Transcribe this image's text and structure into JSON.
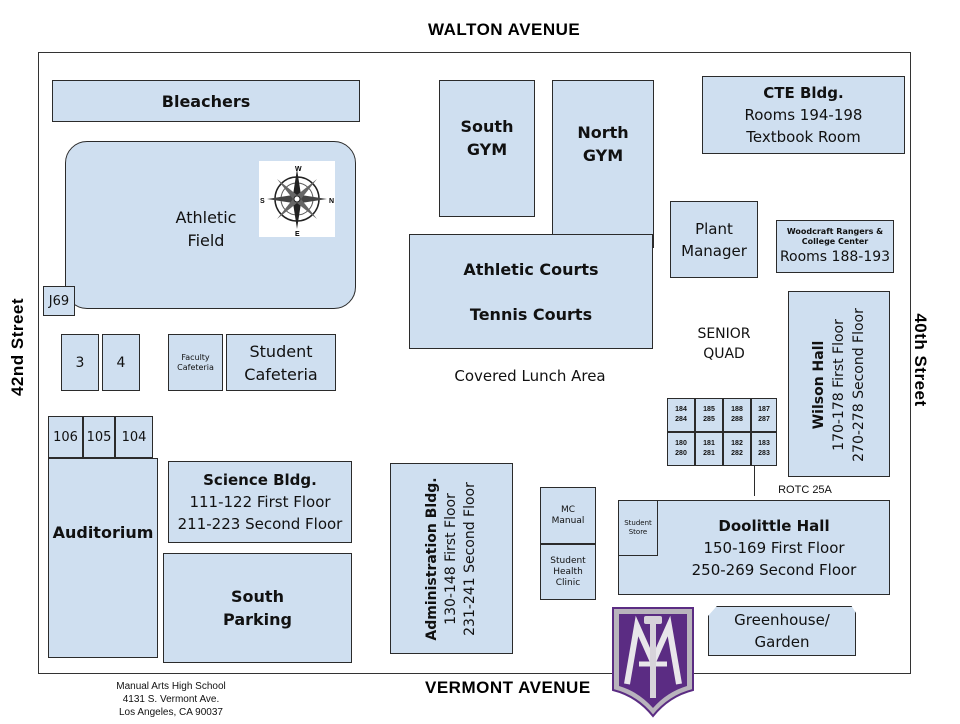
{
  "streets": {
    "north": "WALTON AVENUE",
    "south": "VERMONT AVENUE",
    "west": "42nd Street",
    "east": "40th Street"
  },
  "buildings": {
    "bleachers": "Bleachers",
    "athletic_field": [
      "Athletic",
      "Field"
    ],
    "j69": "J69",
    "south_gym": [
      "South",
      "GYM"
    ],
    "north_gym": [
      "North",
      "GYM"
    ],
    "cte": [
      "CTE Bldg.",
      "Rooms 194-198",
      "Textbook Room"
    ],
    "plant_manager": [
      "Plant",
      "Manager"
    ],
    "woodcraft": [
      "Woodcraft Rangers &",
      "College Center",
      "Rooms 188-193"
    ],
    "courts": [
      "Athletic Courts",
      "Tennis Courts"
    ],
    "room3": "3",
    "room4": "4",
    "faculty_cafeteria": [
      "Faculty",
      "Cafeteria"
    ],
    "student_cafeteria": [
      "Student",
      "Cafeteria"
    ],
    "room106": "106",
    "room105": "105",
    "room104": "104",
    "auditorium": "Auditorium",
    "science": [
      "Science Bldg.",
      "111-122 First Floor",
      "211-223 Second Floor"
    ],
    "south_parking": [
      "South",
      "Parking"
    ],
    "administration": [
      "Administration Bldg.",
      "130-148 First Floor",
      "231-241 Second Floor"
    ],
    "mc_manual": [
      "MC",
      "Manual"
    ],
    "health_clinic": [
      "Student",
      "Health",
      "Clinic"
    ],
    "student_store": [
      "Student",
      "Store"
    ],
    "doolittle": [
      "Doolittle Hall",
      "150-169 First Floor",
      "250-269 Second Floor"
    ],
    "greenhouse": [
      "Greenhouse/",
      "Garden"
    ],
    "wilson": [
      "Wilson Hall",
      "170-178 First Floor",
      "270-278 Second Floor"
    ]
  },
  "labels": {
    "senior_quad": [
      "SENIOR",
      "QUAD"
    ],
    "covered_lunch": "Covered Lunch Area",
    "rotc": "ROTC 25A"
  },
  "rooms_grid": {
    "top": [
      [
        "184",
        "284"
      ],
      [
        "185",
        "285"
      ],
      [
        "188",
        "288"
      ],
      [
        "187",
        "287"
      ]
    ],
    "bottom": [
      [
        "180",
        "280"
      ],
      [
        "181",
        "281"
      ],
      [
        "182",
        "282"
      ],
      [
        "183",
        "283"
      ]
    ]
  },
  "compass": {
    "n": "N",
    "s": "S",
    "e": "E",
    "w": "W"
  },
  "address": [
    "Manual Arts High School",
    "4131 S. Vermont Ave.",
    "Los Angeles, CA 90037"
  ],
  "logo_text": "MA",
  "colors": {
    "building": "#cfdff0",
    "logo_purple": "#5b2c83",
    "logo_gray": "#b9b4bd"
  }
}
